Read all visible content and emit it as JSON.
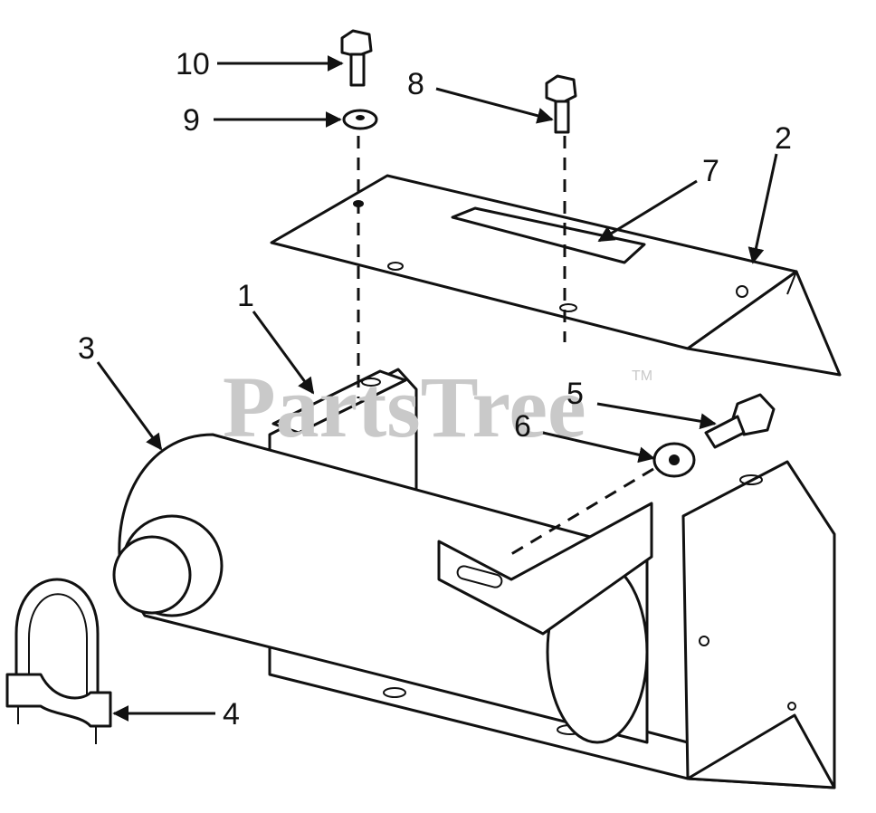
{
  "watermark": {
    "text": "PartsTree",
    "trademark": "TM"
  },
  "callouts": [
    {
      "id": "1",
      "label": "1"
    },
    {
      "id": "2",
      "label": "2"
    },
    {
      "id": "3",
      "label": "3"
    },
    {
      "id": "4",
      "label": "4"
    },
    {
      "id": "5",
      "label": "5"
    },
    {
      "id": "6",
      "label": "6"
    },
    {
      "id": "7",
      "label": "7"
    },
    {
      "id": "8",
      "label": "8"
    },
    {
      "id": "9",
      "label": "9"
    },
    {
      "id": "10",
      "label": "10"
    }
  ],
  "colors": {
    "ink": "#111111",
    "paper": "#ffffff",
    "watermark": "#c9c9c9"
  }
}
